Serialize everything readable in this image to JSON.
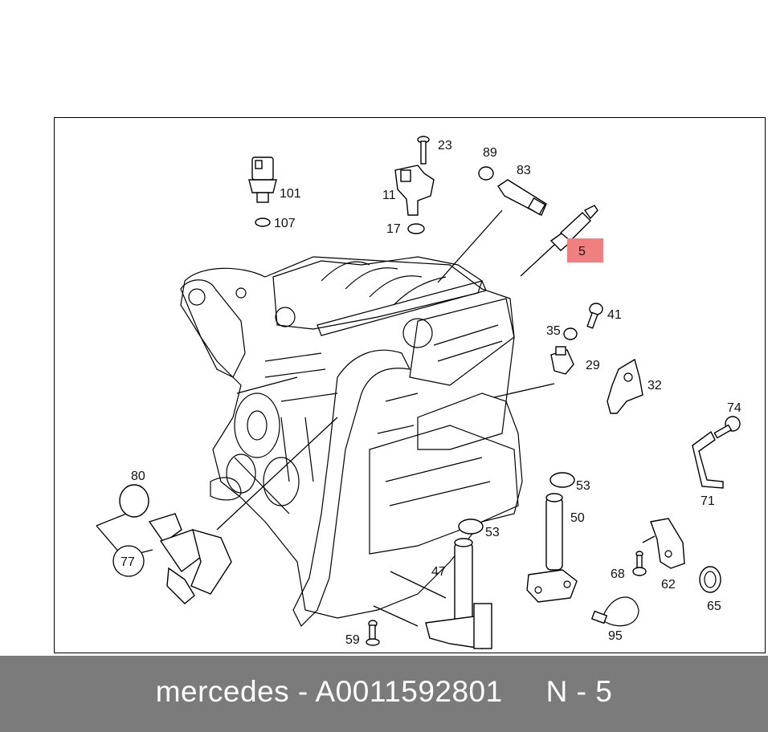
{
  "part_labels": {
    "p5": "5",
    "p11": "11",
    "p17": "17",
    "p23": "23",
    "p29": "29",
    "p32": "32",
    "p35": "35",
    "p41": "41",
    "p47": "47",
    "p50": "50",
    "p53a": "53",
    "p53b": "53",
    "p59": "59",
    "p62": "62",
    "p65": "65",
    "p68": "68",
    "p71": "71",
    "p74": "74",
    "p77": "77",
    "p80": "80",
    "p83": "83",
    "p89": "89",
    "p95": "95",
    "p101": "101",
    "p107": "107"
  },
  "highlight_color": "#f08080",
  "footer": {
    "brand": "mercedes",
    "separator": "-",
    "part_number": "A0011592801",
    "position_label": "N - 5"
  }
}
